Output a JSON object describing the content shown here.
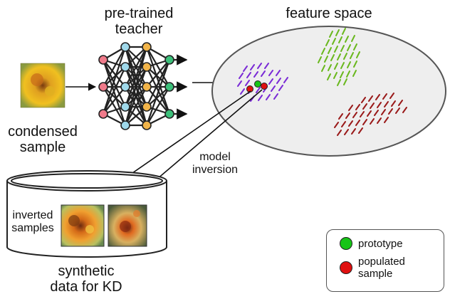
{
  "labels": {
    "teacher_line1": "pre-trained",
    "teacher_line2": "teacher",
    "feature_space": "feature space",
    "condensed_line1": "condensed",
    "condensed_line2": "sample",
    "model_inversion_line1": "model",
    "model_inversion_line2": "inversion",
    "inverted_line1": "inverted",
    "inverted_line2": "samples",
    "synthetic_line1": "synthetic",
    "synthetic_line2": "data for KD"
  },
  "legend": {
    "items": [
      {
        "label": "prototype",
        "color": "#17c417"
      },
      {
        "label_line1": "populated",
        "label_line2": "sample",
        "color": "#e01010"
      }
    ]
  },
  "colors": {
    "cluster_purple": "#7a2bd6",
    "cluster_green": "#6ab81e",
    "cluster_red": "#9a1a1a",
    "node_orange": "#f2b54a",
    "node_blue": "#9fd8ea",
    "node_pink": "#f07a8a",
    "node_green": "#3cc07a"
  }
}
